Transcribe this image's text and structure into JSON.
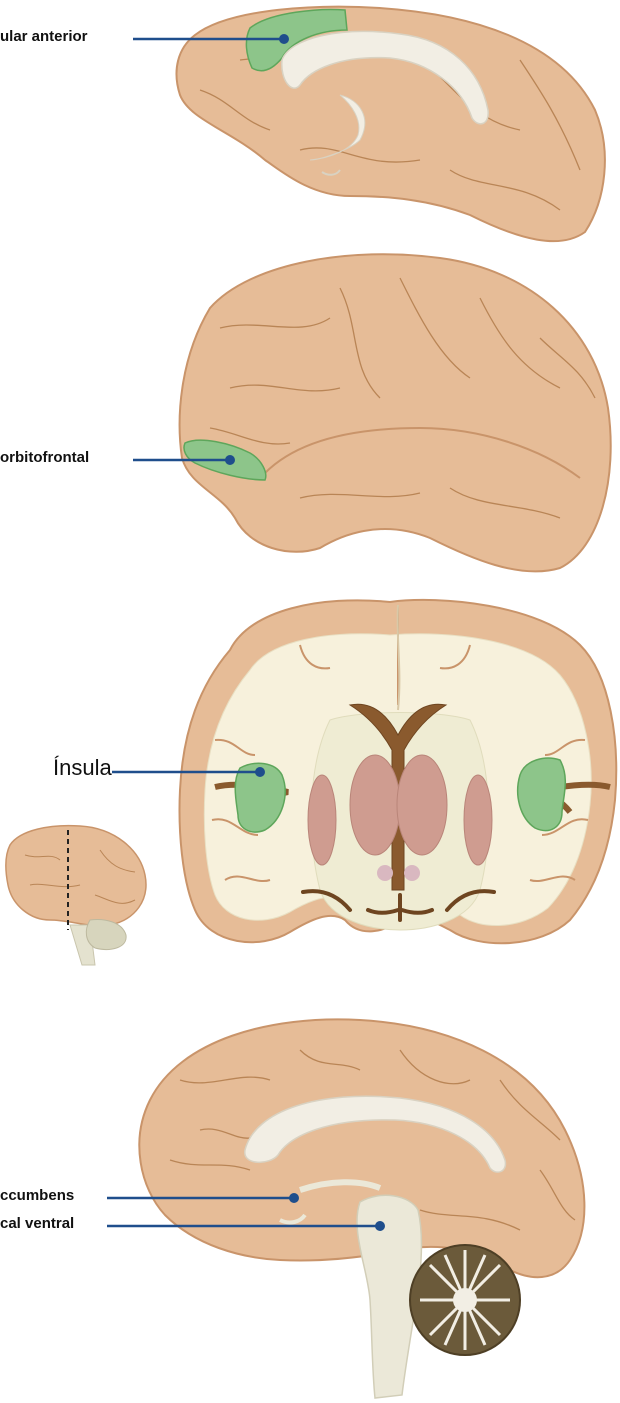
{
  "labels": {
    "cingulate": "ular anterior",
    "orbitofrontal": "orbitofrontal",
    "insula": "Ínsula",
    "accumbens": "ccumbens",
    "ventral": "cal ventral"
  },
  "colors": {
    "cortex": "#e6bc97",
    "cortex_edge": "#c9946a",
    "sulcus": "#b98556",
    "white_matter": "#f7f1dc",
    "corpus_callosum": "#f2eee4",
    "highlight": "#8dc58a",
    "highlight_edge": "#5ea65b",
    "leader_line": "#1f4e8c",
    "basal_ganglia": "#cf9c90",
    "ventricle": "#8a5a2e",
    "cerebellum": "#6b5a3a"
  },
  "icons": {
    "panel_1": "medial-brain-icon",
    "panel_2": "lateral-brain-icon",
    "panel_3": "coronal-section-icon",
    "panel_3_inset": "small-brain-section-guide-icon",
    "panel_4": "sagittal-brain-icon"
  }
}
